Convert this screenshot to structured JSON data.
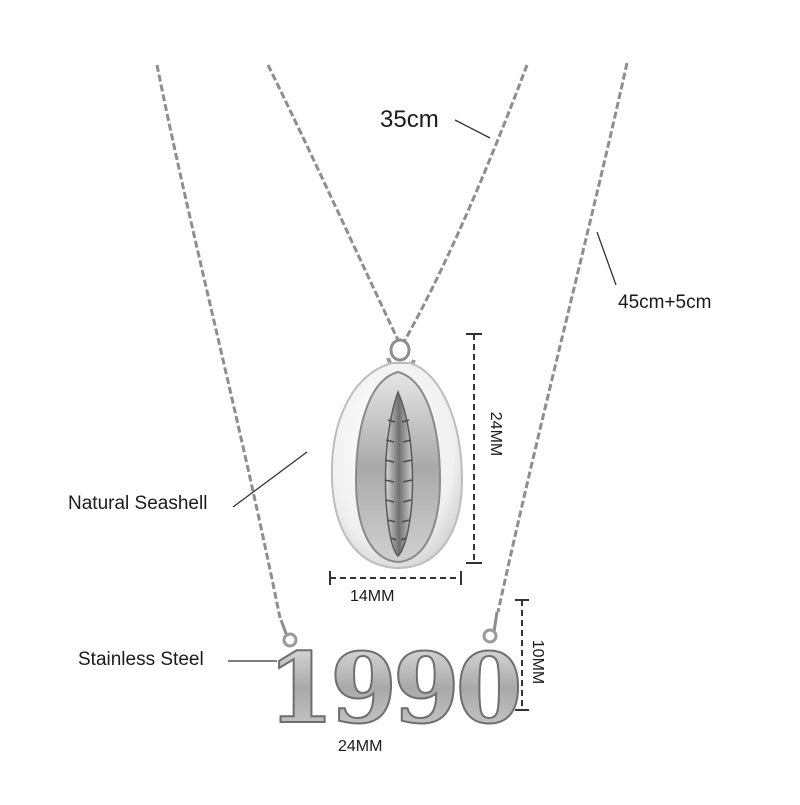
{
  "product_photo": {
    "necklace_top": {
      "length_label": "35cm",
      "pendant": "seashell",
      "material_label": "Natural Seashell",
      "width_label": "14MM",
      "height_label": "24MM"
    },
    "necklace_bottom": {
      "length_label": "45cm+5cm",
      "pendant_text": "1990",
      "material_label": "Stainless Steel",
      "width_label": "24MM",
      "height_label": "10MM"
    },
    "colors": {
      "background": "#ffffff",
      "chain": "#8e8e8e",
      "shell": "#f3f3f3",
      "metal": "#b9b9b9",
      "text": "#1a1a1a"
    }
  }
}
